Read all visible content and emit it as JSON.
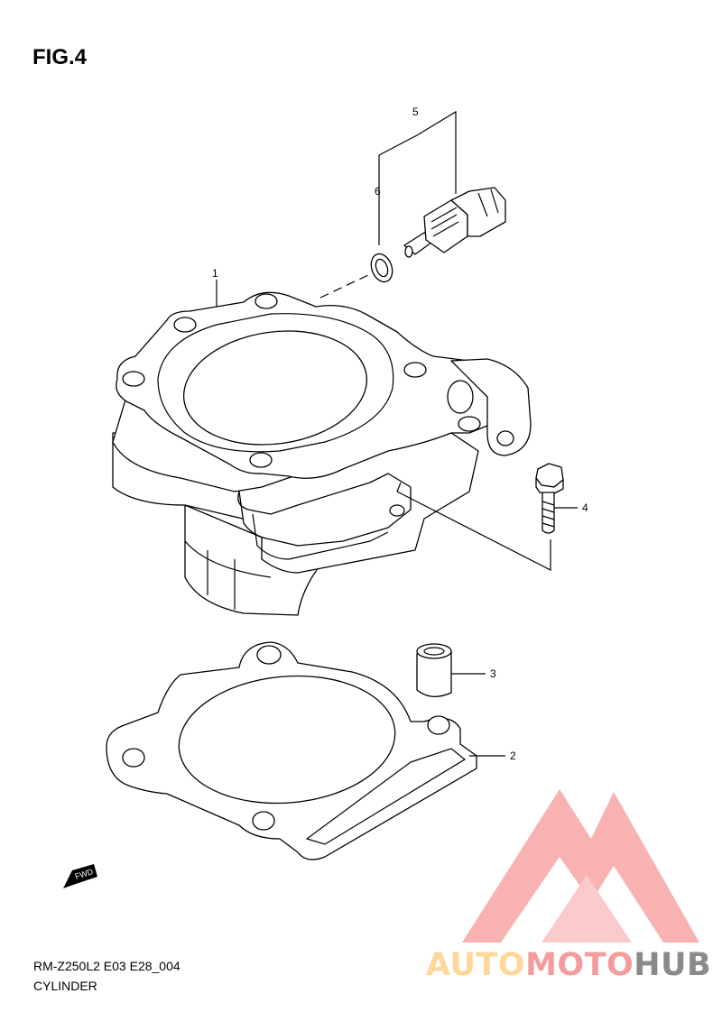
{
  "figure": {
    "title": "FIG.4"
  },
  "callouts": [
    {
      "id": "1",
      "label": "1"
    },
    {
      "id": "2",
      "label": "2"
    },
    {
      "id": "3",
      "label": "3"
    },
    {
      "id": "4",
      "label": "4"
    },
    {
      "id": "5",
      "label": "5"
    },
    {
      "id": "6",
      "label": "6"
    }
  ],
  "direction_badge": {
    "label": "FWD"
  },
  "footer": {
    "code": "RM-Z250L2 E03 E28_004",
    "name": "CYLINDER"
  },
  "watermark": {
    "part1": "AUTO",
    "part2": "MOTO",
    "part3": "HUB",
    "colors": {
      "auto": "#ffd79a",
      "moto": "#f59b9b",
      "hub": "#8a8a8a",
      "logo": "#f7a5a5"
    }
  }
}
